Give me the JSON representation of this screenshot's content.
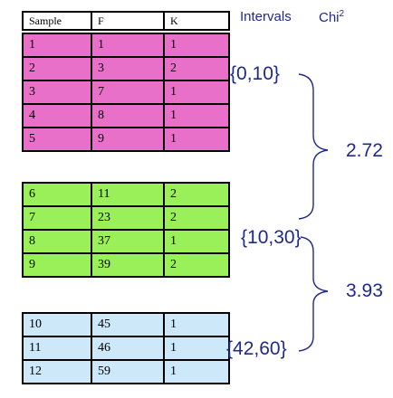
{
  "header": {
    "sample": "Sample",
    "f": "F",
    "k": "K"
  },
  "columns": {
    "intervals": "Intervals",
    "chi": "Chi",
    "chi_sup": "2"
  },
  "groups": [
    {
      "color": "#e870c8",
      "rows": [
        [
          "1",
          "1",
          "1"
        ],
        [
          "2",
          "3",
          "2"
        ],
        [
          "3",
          "7",
          "1"
        ],
        [
          "4",
          "8",
          "1"
        ],
        [
          "5",
          "9",
          "1"
        ]
      ]
    },
    {
      "color": "#99f058",
      "rows": [
        [
          "6",
          "11",
          "2"
        ],
        [
          "7",
          "23",
          "2"
        ],
        [
          "8",
          "37",
          "1"
        ],
        [
          "9",
          "39",
          "2"
        ]
      ]
    },
    {
      "color": "#cde8f8",
      "rows": [
        [
          "10",
          "45",
          "1"
        ],
        [
          "11",
          "46",
          "1"
        ],
        [
          "12",
          "59",
          "1"
        ]
      ]
    }
  ],
  "intervals": [
    "{0,10}",
    "{10,30}",
    "{42,60}"
  ],
  "chi_values": [
    "2.72",
    "3.93"
  ],
  "colors": {
    "text": "#1f2a8a",
    "pink": "#e870c8",
    "green": "#99f058",
    "blue": "#cde8f8"
  }
}
